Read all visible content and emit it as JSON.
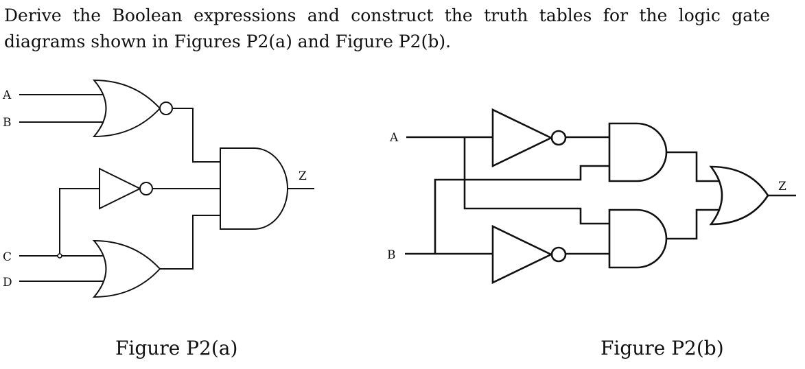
{
  "question": {
    "text": "Derive the Boolean expressions and construct the truth tables for the logic gate diagrams shown in Figures P2(a) and Figure P2(b)."
  },
  "figure_a": {
    "caption": "Figure P2(a)",
    "inputs": [
      "A",
      "B",
      "C",
      "D"
    ],
    "output": "Z",
    "gates": [
      "NOR",
      "NOT",
      "OR",
      "AND"
    ]
  },
  "figure_b": {
    "caption": "Figure P2(b)",
    "inputs": [
      "A",
      "B"
    ],
    "output": "Z",
    "gates": [
      "NOT",
      "NOT",
      "AND",
      "AND",
      "OR"
    ]
  }
}
